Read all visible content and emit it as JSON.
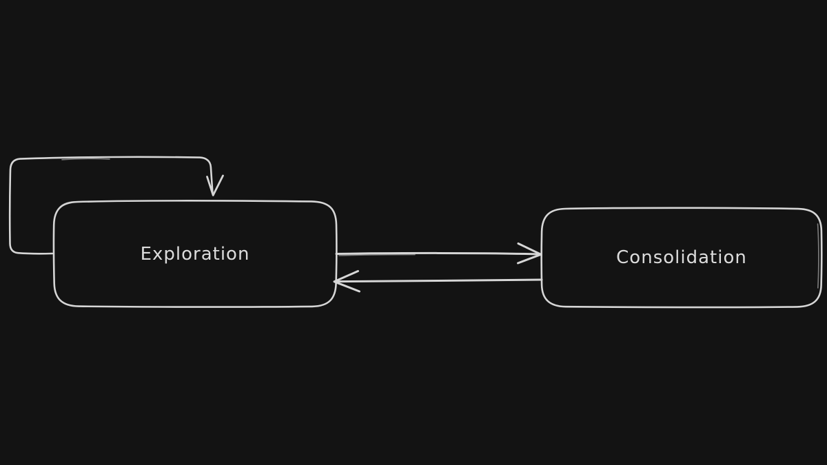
{
  "canvas": {
    "background": "#131313",
    "stroke_color": "#d6d6d6",
    "label_color": "#dcdcdc"
  },
  "diagram": {
    "style": "hand-drawn whiteboard (excalidraw dark mode)",
    "nodes": [
      {
        "id": "exploration",
        "label": "Exploration",
        "shape": "rounded-rectangle"
      },
      {
        "id": "consolidation",
        "label": "Consolidation",
        "shape": "rounded-rectangle"
      }
    ],
    "edges": [
      {
        "from": "exploration",
        "to": "consolidation",
        "description": "straight arrow pointing right, upper connector"
      },
      {
        "from": "consolidation",
        "to": "exploration",
        "description": "straight arrow pointing left, lower connector"
      },
      {
        "from": "exploration",
        "to": "exploration",
        "description": "self-loop arrow leaving left edge, looping up and over, arrowhead pointing down into top edge"
      }
    ]
  }
}
